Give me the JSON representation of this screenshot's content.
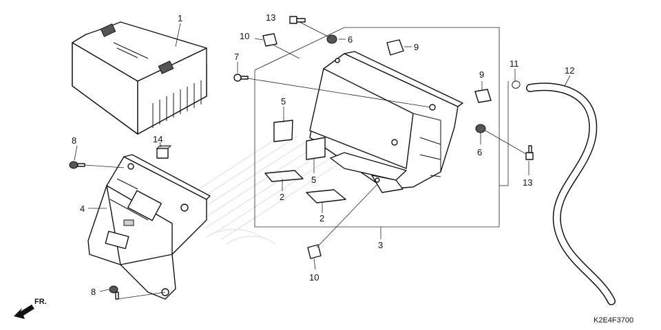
{
  "diagram": {
    "callouts": {
      "c1": "1",
      "c2a": "2",
      "c2b": "2",
      "c3": "3",
      "c4": "4",
      "c5a": "5",
      "c5b": "5",
      "c6a": "6",
      "c6b": "6",
      "c7": "7",
      "c8a": "8",
      "c8b": "8",
      "c9a": "9",
      "c9b": "9",
      "c10a": "10",
      "c10b": "10",
      "c11": "11",
      "c12": "12",
      "c13a": "13",
      "c13b": "13",
      "c14": "14"
    },
    "front_marker": "FR.",
    "diagram_code": "K2E4F3700"
  }
}
